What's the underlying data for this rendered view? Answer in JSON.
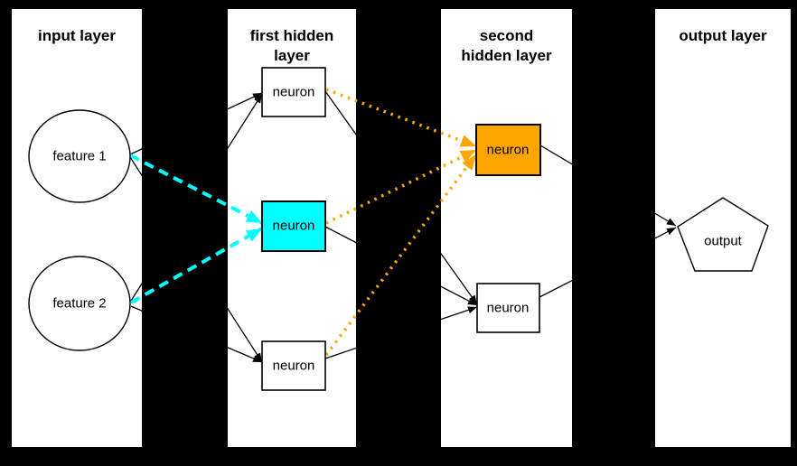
{
  "diagram": {
    "type": "neural-network-diagram",
    "colors": {
      "background": "#000000",
      "panel": "#ffffff",
      "node_fill": "#ffffff",
      "edge_black": "#000000",
      "highlight_cyan": "#00ffff",
      "highlight_orange": "#ffa500"
    },
    "layers": [
      {
        "id": "input",
        "title": "input layer",
        "title_lines": {
          "line1": "input layer"
        },
        "nodes": [
          {
            "id": "feature1",
            "label": "feature 1",
            "shape": "circle",
            "fill": "#ffffff"
          },
          {
            "id": "feature2",
            "label": "feature 2",
            "shape": "circle",
            "fill": "#ffffff"
          }
        ]
      },
      {
        "id": "hidden1",
        "title": "first hidden layer",
        "title_lines": {
          "line1": "first hidden",
          "line2": "layer"
        },
        "nodes": [
          {
            "id": "h1n1",
            "label": "neuron",
            "shape": "box",
            "fill": "#ffffff"
          },
          {
            "id": "h1n2",
            "label": "neuron",
            "shape": "box",
            "fill": "#00ffff"
          },
          {
            "id": "h1n3",
            "label": "neuron",
            "shape": "box",
            "fill": "#ffffff"
          }
        ]
      },
      {
        "id": "hidden2",
        "title": "second hidden layer",
        "title_lines": {
          "line1": "second",
          "line2": "hidden layer"
        },
        "nodes": [
          {
            "id": "h2n1",
            "label": "neuron",
            "shape": "box",
            "fill": "#ffa500"
          },
          {
            "id": "h2n2",
            "label": "neuron",
            "shape": "box",
            "fill": "#ffffff"
          }
        ]
      },
      {
        "id": "output",
        "title": "output layer",
        "title_lines": {
          "line1": "output layer"
        },
        "nodes": [
          {
            "id": "out1",
            "label": "output",
            "shape": "pentagon",
            "fill": "#ffffff"
          }
        ]
      }
    ],
    "edges": [
      {
        "from": "feature1",
        "to": "h1n1",
        "style": "solid",
        "color": "#000000"
      },
      {
        "from": "feature1",
        "to": "h1n2",
        "style": "dashed",
        "color": "#00ffff"
      },
      {
        "from": "feature1",
        "to": "h1n3",
        "style": "solid",
        "color": "#000000"
      },
      {
        "from": "feature2",
        "to": "h1n1",
        "style": "solid",
        "color": "#000000"
      },
      {
        "from": "feature2",
        "to": "h1n2",
        "style": "dashed",
        "color": "#00ffff"
      },
      {
        "from": "feature2",
        "to": "h1n3",
        "style": "solid",
        "color": "#000000"
      },
      {
        "from": "h1n1",
        "to": "h2n1",
        "style": "dotted",
        "color": "#ffa500"
      },
      {
        "from": "h1n1",
        "to": "h2n2",
        "style": "solid",
        "color": "#000000"
      },
      {
        "from": "h1n2",
        "to": "h2n1",
        "style": "dotted",
        "color": "#ffa500"
      },
      {
        "from": "h1n2",
        "to": "h2n2",
        "style": "solid",
        "color": "#000000"
      },
      {
        "from": "h1n3",
        "to": "h2n1",
        "style": "dotted",
        "color": "#ffa500"
      },
      {
        "from": "h1n3",
        "to": "h2n2",
        "style": "solid",
        "color": "#000000"
      },
      {
        "from": "h2n1",
        "to": "out1",
        "style": "solid",
        "color": "#000000"
      },
      {
        "from": "h2n2",
        "to": "out1",
        "style": "solid",
        "color": "#000000"
      }
    ]
  }
}
